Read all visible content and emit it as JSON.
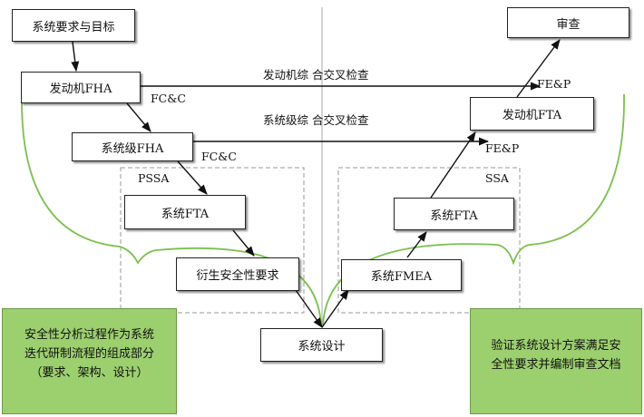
{
  "boxes": {
    "req_goals": "系统要求与目标",
    "engine_fha": "发动机FHA",
    "system_fha": "系统级FHA",
    "system_fta_left": "系统FTA",
    "derived_safety_req": "衍生安全性要求",
    "system_design": "系统设计",
    "system_fmea": "系统FMEA",
    "system_fta_right": "系统FTA",
    "engine_fta": "发动机FTA",
    "review": "审查"
  },
  "labels": {
    "fcc_1": "FC&C",
    "fcc_2": "FC&C",
    "fep_1": "FE&P",
    "fep_2": "FE&P",
    "engine_cross_check": "发动机综 合交叉检查",
    "system_cross_check": "系统级综 合交叉检查",
    "pssa": "PSSA",
    "ssa": "SSA"
  },
  "notes": {
    "left": [
      "安全性分析过程作为系统",
      "迭代研制流程的组成部分",
      "（要求、架构、设计）"
    ],
    "right": [
      "验证系统设计方案满足安",
      "全性要求并编制审查文档"
    ]
  },
  "colors": {
    "note_fill": "#9ccf6e",
    "brace": "#7cc04f",
    "dashed": "#999999"
  }
}
